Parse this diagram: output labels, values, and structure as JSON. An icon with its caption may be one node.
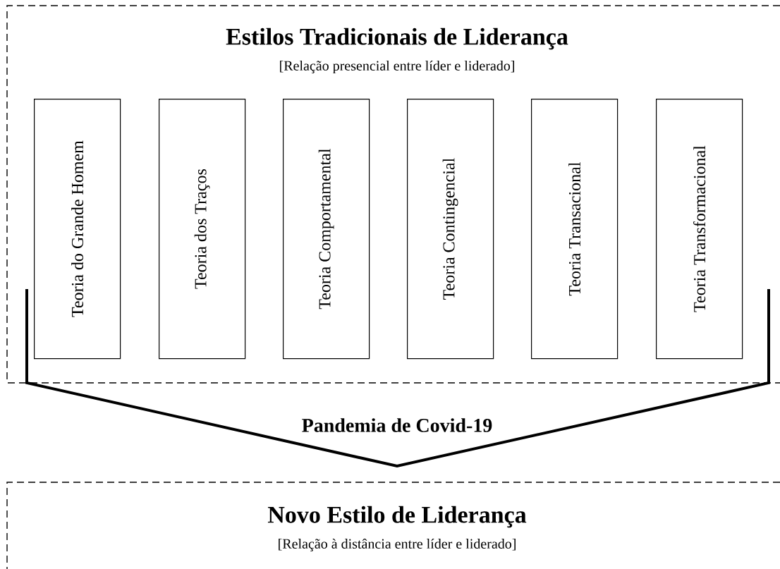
{
  "diagram": {
    "nodes": [
      {
        "text": [
          "Estilos Tradicionais de Liderança",
          "[Relação presencial entre líder e liderado]"
        ]
      },
      {
        "text": [
          "Teoria do Grande Homem"
        ],
        "in": 0
      },
      {
        "text": [
          "Teoria dos Traços"
        ],
        "in": 0
      },
      {
        "text": [
          "Teoria Comportamental"
        ],
        "in": 0
      },
      {
        "text": [
          "Teoria Contingencial"
        ],
        "in": 0
      },
      {
        "text": [
          "Teoria Transacional"
        ],
        "in": 0
      },
      {
        "text": [
          "Teoria Transformacional"
        ],
        "in": 0
      },
      {
        "text": [
          "Pandemia de Covid-19"
        ]
      },
      {
        "text": [
          "Novo Estilo de Liderança",
          "[Relação à distância entre líder e liderado]"
        ]
      }
    ]
  }
}
